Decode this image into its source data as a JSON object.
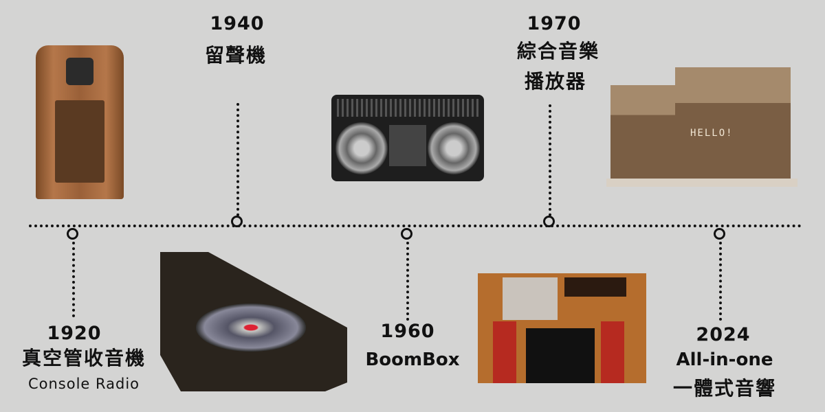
{
  "timeline": [
    {
      "year": "1920",
      "title": "真空管收音機",
      "subtitle": "Console Radio",
      "position": "below"
    },
    {
      "year": "1940",
      "title": "留聲機",
      "position": "above"
    },
    {
      "year": "1960",
      "title": "BoomBox",
      "position": "below"
    },
    {
      "year": "1970",
      "title_line1": "綜合音樂",
      "title_line2": "播放器",
      "position": "above"
    },
    {
      "year": "2024",
      "title": "All-in-one",
      "subtitle": "一體式音響",
      "position": "below"
    }
  ],
  "images": {
    "speaker_display_text": "HELLO!"
  },
  "colors": {
    "background": "#d4d4d3",
    "line": "#111111"
  }
}
